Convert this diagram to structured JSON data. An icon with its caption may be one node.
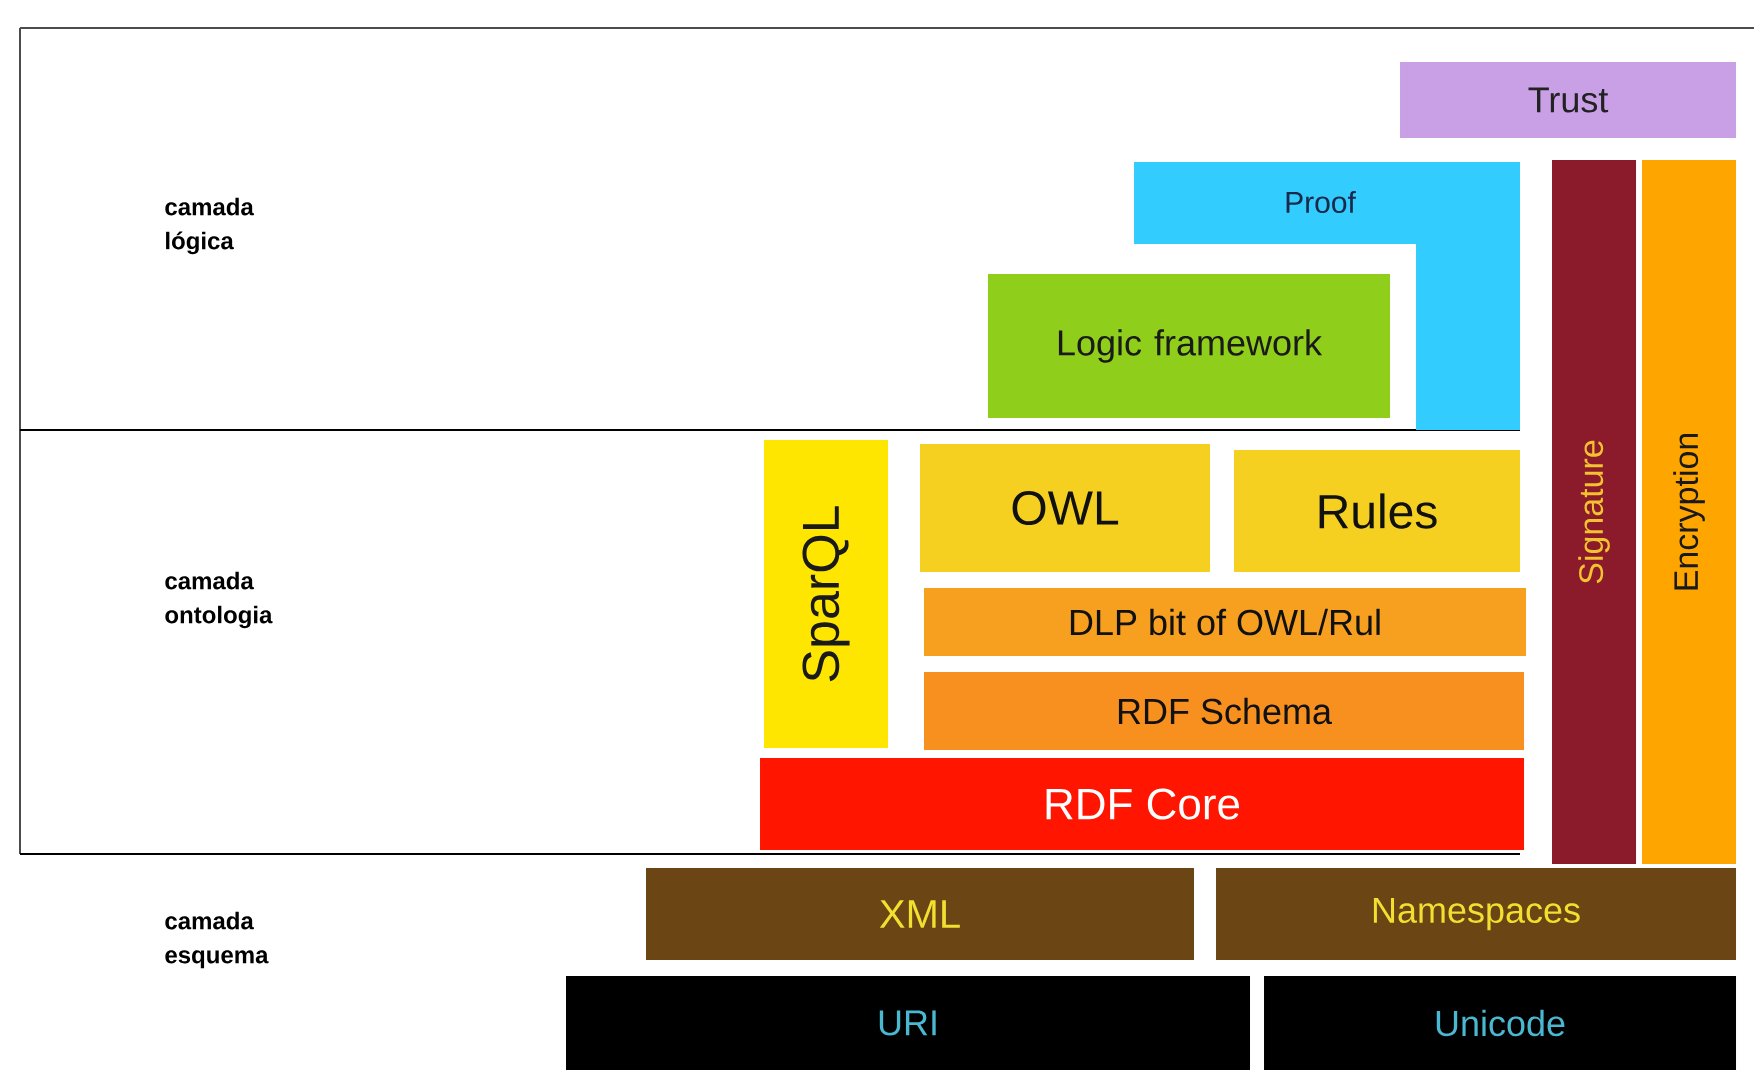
{
  "diagram": {
    "nodes": [
      {
        "text": [
          "Trust"
        ]
      },
      {
        "text": [
          "Proof"
        ]
      },
      {
        "text": [
          "Logic framework"
        ]
      },
      {
        "text": [
          "Signature"
        ]
      },
      {
        "text": [
          "Encryption"
        ]
      },
      {
        "text": [
          "SparQL"
        ]
      },
      {
        "text": [
          "OWL"
        ]
      },
      {
        "text": [
          "Rules"
        ]
      },
      {
        "text": [
          "DLP bit of OWL/Rul"
        ]
      },
      {
        "text": [
          "RDF Schema"
        ]
      },
      {
        "text": [
          "RDF Core"
        ]
      },
      {
        "text": [
          "XML"
        ]
      },
      {
        "text": [
          "Namespaces"
        ]
      },
      {
        "text": [
          "URI"
        ]
      },
      {
        "text": [
          "Unicode"
        ]
      }
    ],
    "labels": [
      "camada lógica",
      "camada ontologia",
      "camada esquema"
    ]
  }
}
